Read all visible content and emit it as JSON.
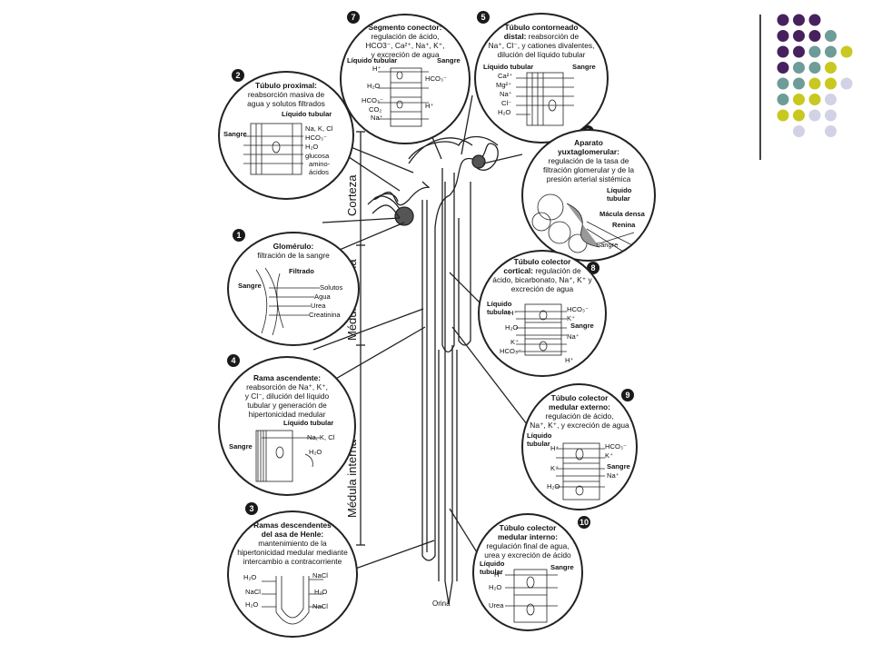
{
  "colors": {
    "purple": "#46215e",
    "teal": "#6e9c98",
    "yellow": "#c8c820",
    "lavender": "#d2d2e6",
    "ink": "#222222"
  },
  "regions": {
    "corteza": "Corteza",
    "medula_externa": "Médula externa",
    "medula_interna": "Médula interna"
  },
  "orina": "Orina",
  "c7": {
    "num": "7",
    "title": "Segmento conector:",
    "desc": [
      "regulación de ácido,",
      "HCO3⁻, Ca²⁺, Na⁺, K⁺,",
      "y excreción de agua"
    ],
    "left": "Líquido tubular",
    "right": "Sangre",
    "ions": [
      "H⁺",
      "H₂O",
      "HCO₃⁻",
      "CO₂",
      "Na⁺",
      "HCO₃⁻",
      "H⁺"
    ]
  },
  "c5": {
    "num": "5",
    "title": "Túbulo contorneado",
    "title2": "distal:",
    "desc": [
      "reabsorción de",
      "Na⁺, Cl⁻, y cationes divalentes,",
      "dilución del líquido tubular"
    ],
    "left": "Líquido tubular",
    "right": "Sangre",
    "ions": [
      "Ca²⁺",
      "Mg²⁺",
      "Na⁺",
      "Cl⁻",
      "H₂O"
    ]
  },
  "c2": {
    "num": "2",
    "title": "Túbulo proximal:",
    "desc": [
      "reabsorción masiva de",
      "agua y solutos filtrados"
    ],
    "top": "Líquido tubular",
    "left": "Sangre",
    "ions": [
      "Na, K, Cl",
      "HCO₃⁻",
      "H₂O",
      "glucosa",
      "amino-",
      "ácidos"
    ]
  },
  "c6": {
    "num": "6",
    "title": "Aparato",
    "title2": "yuxtaglomerular:",
    "desc": [
      "regulación de la tasa de",
      "filtración glomerular y de la",
      "presión arterial sistémica"
    ],
    "labels": [
      "Líquido",
      "tubular",
      "Mácula densa",
      "Renina",
      "Sangre"
    ]
  },
  "c1": {
    "num": "1",
    "title": "Glomérulo:",
    "desc": [
      "filtración de la sangre"
    ],
    "top": "Filtrado",
    "left": "Sangre",
    "ions": [
      "Solutos",
      "Agua",
      "Urea",
      "Creatinina"
    ]
  },
  "c8": {
    "num": "8",
    "title": "Túbulo colector",
    "title2": "cortical:",
    "desc": [
      "regulación de",
      "ácido, bicarbonato, Na⁺, K⁺ y",
      "excreción de agua"
    ],
    "left": "Líquido",
    "left2": "tubular",
    "right": "Sangre",
    "ions": [
      "H⁺",
      "HCO₃⁻",
      "K⁺",
      "H₂O",
      "Na⁺",
      "K⁺",
      "HCO₃⁻",
      "H⁺"
    ]
  },
  "c4": {
    "num": "4",
    "title": "Rama ascendente:",
    "desc": [
      "reabsorción de Na⁺, K⁺,",
      "y Cl⁻, dilución del líquido",
      "tubular y generación de",
      "hipertonicidad medular"
    ],
    "top": "Líquido tubular",
    "left": "Sangre",
    "ions": [
      "Na, K, Cl",
      "H₂O"
    ]
  },
  "c9": {
    "num": "9",
    "title": "Túbulo colector",
    "title2": "medular externo:",
    "desc": [
      "regulación de ácido,",
      "Na⁺, K⁺, y excreción de agua"
    ],
    "left": "Líquido",
    "left2": "tubular",
    "right": "Sangre",
    "ions": [
      "H⁺",
      "HCO₃⁻",
      "K⁺",
      "K⁺",
      "Na⁺",
      "H₂O"
    ]
  },
  "c3": {
    "num": "3",
    "title": "Ramas descendentes",
    "title2": "del asa de Henle:",
    "desc": [
      "mantenimiento de la",
      "hipertonicidad medular mediante",
      "intercambio a contracorriente"
    ],
    "ions": [
      "H₂O",
      "NaCl",
      "NaCl",
      "H₂O",
      "H₂O",
      "NaCl"
    ]
  },
  "c10": {
    "num": "10",
    "title": "Túbulo colector",
    "title2": "medular interno:",
    "desc": [
      "regulación final de agua,",
      "urea y excreción de ácido"
    ],
    "left": "Líquido",
    "left2": "tubular",
    "right": "Sangre",
    "ions": [
      "H⁺",
      "H₂O",
      "Urea"
    ]
  }
}
